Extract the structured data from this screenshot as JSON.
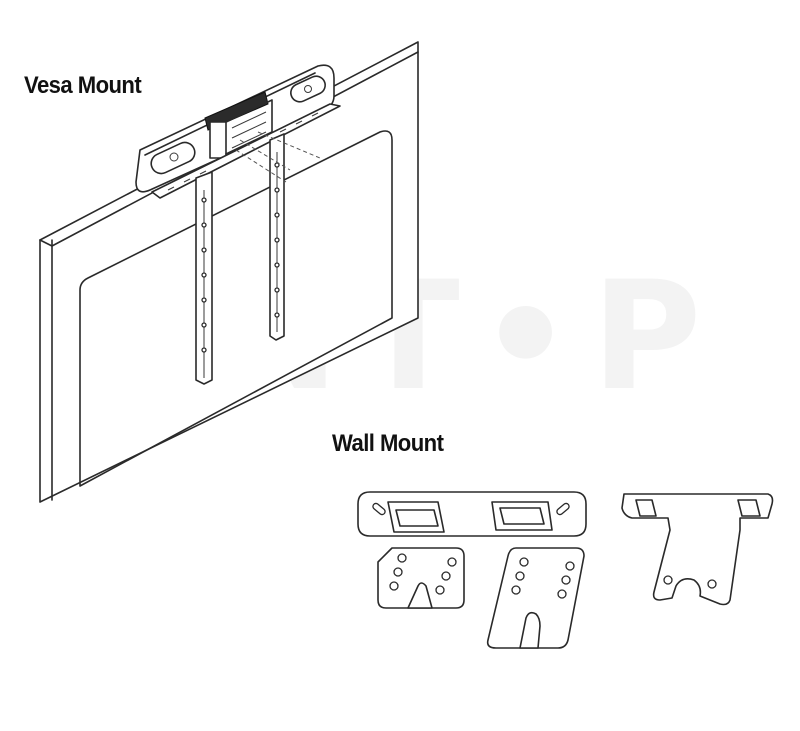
{
  "labels": {
    "vesa_mount": "Vesa Mount",
    "wall_mount": "Wall Mount"
  },
  "watermark": "INT•P",
  "colors": {
    "line": "#2a2a2a",
    "label_text": "#111111",
    "background": "#ffffff",
    "watermark": "#f3f3f3"
  }
}
